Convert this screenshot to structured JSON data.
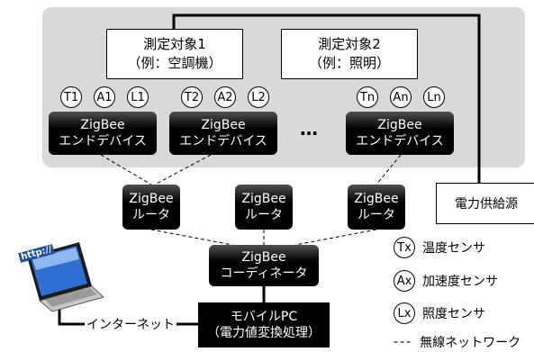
{
  "targets": [
    {
      "line1": "測定対象1",
      "line2": "（例：空調機）"
    },
    {
      "line1": "測定対象2",
      "line2": "（例：照明）"
    }
  ],
  "sensor_groups": [
    [
      "T1",
      "A1",
      "L1"
    ],
    [
      "T2",
      "A2",
      "L2"
    ],
    [
      "Tn",
      "An",
      "Ln"
    ]
  ],
  "end_devices": [
    {
      "line1": "ZigBee",
      "line2": "エンドデバイス"
    },
    {
      "line1": "ZigBee",
      "line2": "エンドデバイス"
    },
    {
      "line1": "ZigBee",
      "line2": "エンドデバイス"
    }
  ],
  "ellipsis": "…",
  "routers": [
    {
      "line1": "ZigBee",
      "line2": "ルータ"
    },
    {
      "line1": "ZigBee",
      "line2": "ルータ"
    },
    {
      "line1": "ZigBee",
      "line2": "ルータ"
    }
  ],
  "coordinator": {
    "line1": "ZigBee",
    "line2": "コーディネータ"
  },
  "mobile_pc": {
    "line1": "モバイルPC",
    "line2": "（電力値変換処理）"
  },
  "power_supply": "電力供給源",
  "internet": "インターネット",
  "laptop_screen_text": "http://",
  "legend": [
    {
      "symbol": "Tx",
      "label": "温度センサ"
    },
    {
      "symbol": "Ax",
      "label": "加速度センサ"
    },
    {
      "symbol": "Lx",
      "label": "照度センサ"
    },
    {
      "symbol": "---",
      "label": "無線ネットワーク"
    }
  ],
  "colors": {
    "panel": "#d9d9d9",
    "node": "#000000",
    "laptop_screen": "#2e6fd1"
  }
}
